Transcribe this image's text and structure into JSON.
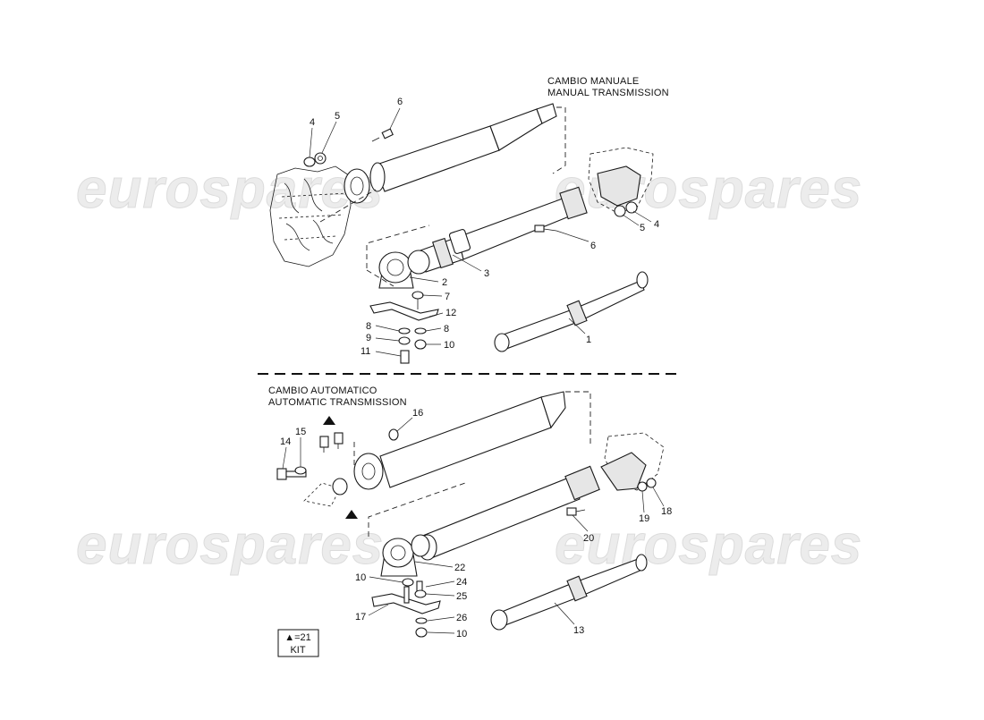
{
  "watermark": {
    "text": "eurospares"
  },
  "captions": {
    "manual_line1": "CAMBIO MANUALE",
    "manual_line2": "MANUAL TRANSMISSION",
    "auto_line1": "CAMBIO AUTOMATICO",
    "auto_line2": "AUTOMATIC TRANSMISSION"
  },
  "legend": {
    "line1": "▲=21",
    "line2": "KIT"
  },
  "callouts": {
    "manual": [
      "4",
      "5",
      "6",
      "4",
      "5",
      "6",
      "3",
      "2",
      "7",
      "12",
      "8",
      "8",
      "9",
      "10",
      "11",
      "1"
    ],
    "automatic": [
      "16",
      "14",
      "15",
      "19",
      "18",
      "20",
      "22",
      "10",
      "24",
      "25",
      "17",
      "26",
      "10",
      "13"
    ]
  }
}
